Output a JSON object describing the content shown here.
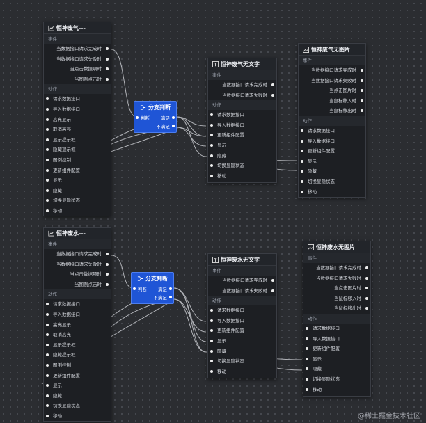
{
  "icons": {
    "chart": "chart-icon",
    "text": "text-icon",
    "image": "image-icon",
    "branch": "branch-icon"
  },
  "colors": {
    "background": "#2b2d31",
    "node": "#1d1f23",
    "branch": "#1f55d6",
    "wire": "#c9cbd0"
  },
  "top": {
    "chart": {
      "title": "恒神废气---",
      "events_label": "事件",
      "events": [
        "当数据接口请求完成时",
        "当数据接口请求失败时",
        "当点击数据项时",
        "当图例点击时"
      ],
      "actions_label": "动作",
      "actions": [
        "请求数据接口",
        "导入数据接口",
        "高亮显示",
        "取消高亮",
        "显示提示框",
        "隐藏提示框",
        "图例控制",
        "更新组件配置",
        "显示",
        "隐藏",
        "切换显隐状态",
        "移动"
      ]
    },
    "branch": {
      "title": "分支判断",
      "input": "判断",
      "yes": "满足",
      "no": "不满足"
    },
    "text": {
      "title": "恒神废气无文字",
      "events_label": "事件",
      "events": [
        "当数据接口请求完成时",
        "当数据接口请求失败时"
      ],
      "actions_label": "动作",
      "actions": [
        "请求数据接口",
        "导入数据接口",
        "更新组件配置",
        "显示",
        "隐藏",
        "切换显隐状态",
        "移动"
      ]
    },
    "image": {
      "title": "恒神废气无图片",
      "events_label": "事件",
      "events": [
        "当数据接口请求完成时",
        "当数据接口请求失败时",
        "当点击图片时",
        "当鼠标移入时",
        "当鼠标移出时"
      ],
      "actions_label": "动作",
      "actions": [
        "请求数据接口",
        "导入数据接口",
        "更新组件配置",
        "显示",
        "隐藏",
        "切换显隐状态",
        "移动"
      ]
    }
  },
  "bottom": {
    "chart": {
      "title": "恒神废水---",
      "events_label": "事件",
      "events": [
        "当数据接口请求完成时",
        "当数据接口请求失败时",
        "当点击数据项时",
        "当图例点击时"
      ],
      "actions_label": "动作",
      "actions": [
        "请求数据接口",
        "导入数据接口",
        "高亮显示",
        "取消高亮",
        "显示提示框",
        "隐藏提示框",
        "图例控制",
        "更新组件配置",
        "显示",
        "隐藏",
        "切换显隐状态",
        "移动"
      ]
    },
    "branch": {
      "title": "分支判断",
      "input": "判断",
      "yes": "满足",
      "no": "不满足"
    },
    "text": {
      "title": "恒神废水无文字",
      "events_label": "事件",
      "events": [
        "当数据接口请求完成时",
        "当数据接口请求失败时"
      ],
      "actions_label": "动作",
      "actions": [
        "请求数据接口",
        "导入数据接口",
        "更新组件配置",
        "显示",
        "隐藏",
        "切换显隐状态",
        "移动"
      ]
    },
    "image": {
      "title": "恒神废水无图片",
      "events_label": "事件",
      "events": [
        "当数据接口请求完成时",
        "当数据接口请求失败时",
        "当点击图片时",
        "当鼠标移入时",
        "当鼠标移出时"
      ],
      "actions_label": "动作",
      "actions": [
        "请求数据接口",
        "导入数据接口",
        "更新组件配置",
        "显示",
        "隐藏",
        "切换显隐状态",
        "移动"
      ]
    }
  },
  "watermark": "@稀土掘金技术社区"
}
